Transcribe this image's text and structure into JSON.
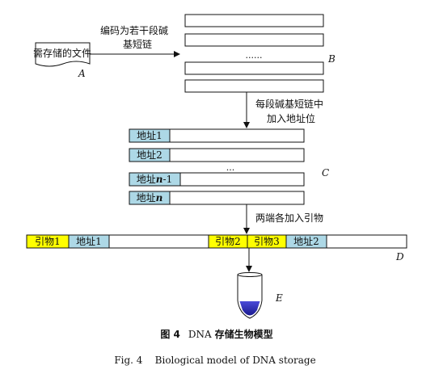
{
  "file": {
    "label": "需存储的文件",
    "tag": "A"
  },
  "step1": {
    "line1": "编码为若干段碱",
    "line2": "基短链"
  },
  "stageB": {
    "ellipsis": "......",
    "tag": "B"
  },
  "step2": {
    "line1": "每段碱基短链中",
    "line2": "加入地址位"
  },
  "stageC": {
    "addr1": "地址1",
    "addr2": "地址2",
    "addrN1_prefix": "地址",
    "addrN1_n": "n",
    "addrN1_suffix": "-1",
    "addrN_prefix": "地址",
    "addrN_n": "n",
    "ellipsis": "...",
    "tag": "C"
  },
  "step3": {
    "label": "两端各加入引物"
  },
  "stageD": {
    "primer1": "引物1",
    "address1": "地址1",
    "primer2": "引物2",
    "primer3": "引物3",
    "address2": "地址2",
    "tag": "D"
  },
  "stageE": {
    "tag": "E"
  },
  "caption": {
    "cn_num": "图 4",
    "cn_latin": "DNA",
    "cn_text": "存储生物模型",
    "en": "Fig. 4    Biological model of DNA storage"
  },
  "colors": {
    "address": "#add8e6",
    "primer": "#ffff00",
    "liquid": "#2c2cb0"
  }
}
